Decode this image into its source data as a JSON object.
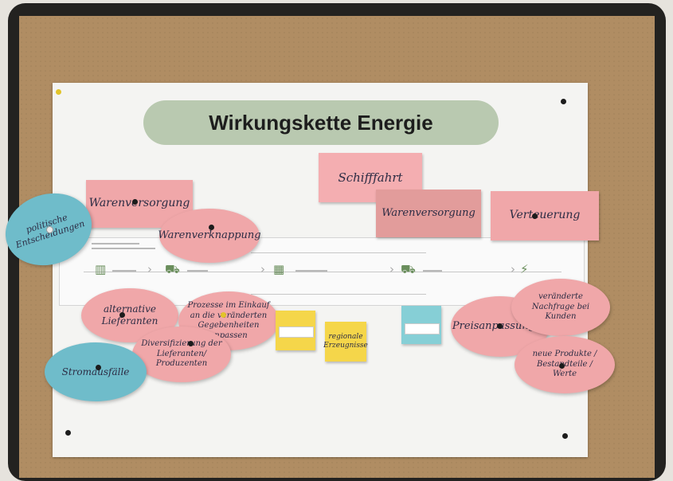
{
  "poster": {
    "title": "Wirkungskette Energie"
  },
  "notes": {
    "warenversorgung_left": "Warenversorgung",
    "schifffahrt": "Schifffahrt",
    "warenversorgung_mid": "Warenversorgung",
    "verteuerung": "Verteuerung",
    "politische_entscheidungen": "politische Entscheidungen",
    "warenverknappung": "Warenverknappung",
    "alternative_lieferanten": "alternative Lieferanten",
    "prozesse_einkauf": "Prozesse im Einkauf an die veränderten Gegebenheiten anpassen",
    "diversifizierung": "Diversifizierung der Lieferanten/ Produzenten",
    "stromausfall": "Stromausfälle",
    "regionale_erzeugnisse": "regionale Erzeugnisse",
    "preisanpassungen": "Preisanpassungen",
    "veraenderte_nachfrage": "veränderte Nachfrage bei Kunden",
    "produkte_bestandteile": "neue Produkte / Bestandteile / Werte"
  },
  "colors": {
    "title_bg": "#b9c9b0",
    "pink": "#f0a7a9",
    "blue": "#6fbcca",
    "yellow": "#f5d64a",
    "cork": "#b08d63"
  }
}
